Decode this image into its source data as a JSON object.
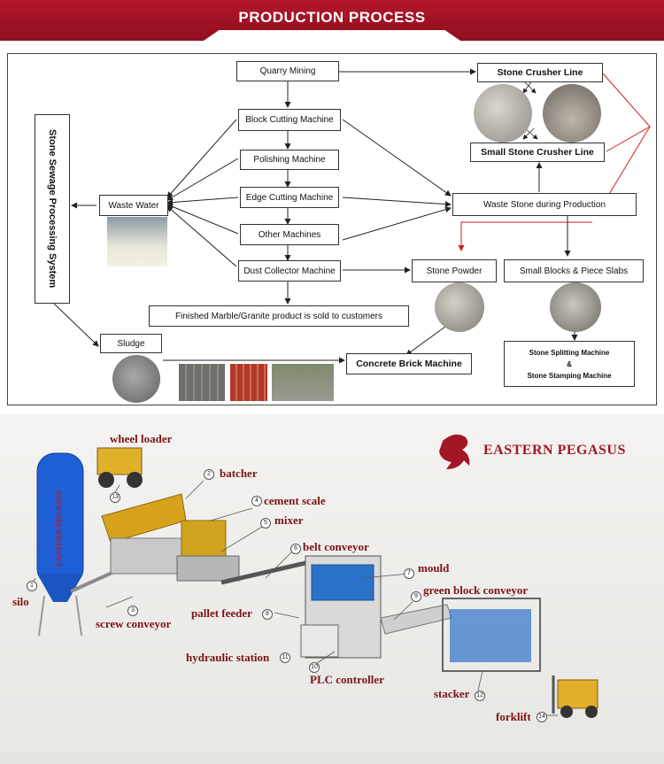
{
  "header": {
    "title": "PRODUCTION PROCESS"
  },
  "flow": {
    "quarry_mining": "Quarry Mining",
    "block_cutting": "Block Cutting Machine",
    "polishing": "Polishing Machine",
    "edge_cutting": "Edge Cutting Machine",
    "other_machines": "Other Machines",
    "dust_collector": "Dust Collector Machine",
    "finished_product": "Finished Marble/Granite product is sold to customers",
    "waste_water": "Waste Water",
    "sewage_system": "Stone Sewage Processing System",
    "sludge": "Sludge",
    "stone_crusher_line": "Stone Crusher Line",
    "small_stone_crusher_line": "Small Stone Crusher Line",
    "waste_stone": "Waste Stone during Production",
    "stone_powder": "Stone Powder",
    "small_blocks": "Small Blocks & Piece Slabs",
    "concrete_brick_machine": "Concrete Brick Machine",
    "splitting_line1": "Stone Splitting Machine",
    "splitting_amp": "&",
    "splitting_line2": "Stone Stamping Machine"
  },
  "plant": {
    "brand": "EASTERN PEGASUS",
    "silo_text": "EASTERN PEGASUS",
    "components": [
      {
        "num": "1",
        "label": "silo"
      },
      {
        "num": "2",
        "label": "batcher"
      },
      {
        "num": "3",
        "label": "screw conveyor"
      },
      {
        "num": "4",
        "label": "cement scale"
      },
      {
        "num": "5",
        "label": "mixer"
      },
      {
        "num": "6",
        "label": "belt conveyor"
      },
      {
        "num": "7",
        "label": "mould"
      },
      {
        "num": "8",
        "label": "pallet feeder"
      },
      {
        "num": "9",
        "label": "green block conveyor"
      },
      {
        "num": "10",
        "label": "PLC controller"
      },
      {
        "num": "11",
        "label": "hydraulic station"
      },
      {
        "num": "12",
        "label": "stacker"
      },
      {
        "num": "13",
        "label": "wheel loader"
      },
      {
        "num": "14",
        "label": "forklift"
      }
    ]
  },
  "colors": {
    "banner": "#a3142a",
    "accent_red": "#d01e1e",
    "label_red": "#7a1414",
    "silo_blue": "#1f5fd6"
  }
}
